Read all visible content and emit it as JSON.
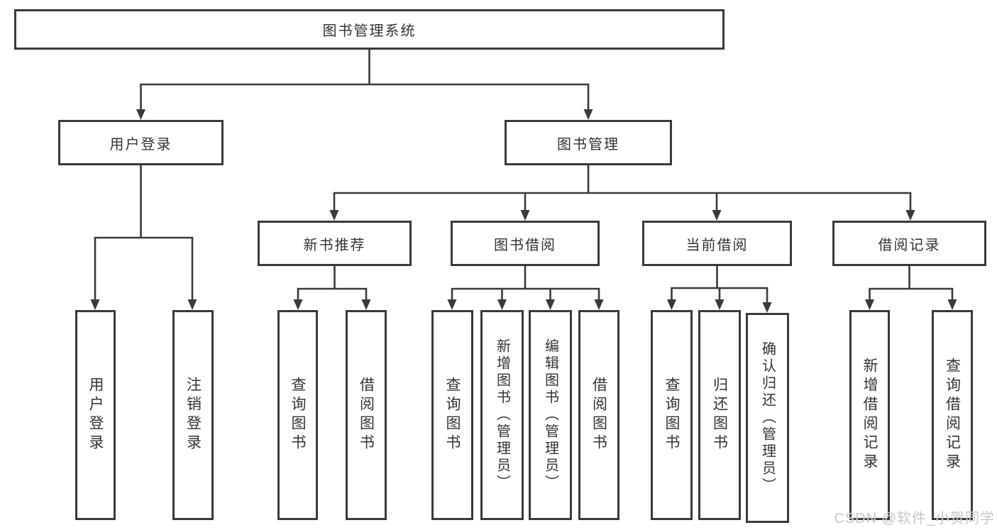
{
  "diagram": {
    "root": {
      "label": "图书管理系统",
      "children": [
        {
          "label": "用户登录",
          "children": [
            {
              "label": "用户登录"
            },
            {
              "label": "注销登录"
            }
          ]
        },
        {
          "label": "图书管理",
          "children": [
            {
              "label": "新书推荐",
              "children": [
                {
                  "label": "查询图书"
                },
                {
                  "label": "借阅图书"
                }
              ]
            },
            {
              "label": "图书借阅",
              "children": [
                {
                  "label": "查询图书"
                },
                {
                  "label": "新增图书（管理员）"
                },
                {
                  "label": "编辑图书（管理员）"
                },
                {
                  "label": "借阅图书"
                }
              ]
            },
            {
              "label": "当前借阅",
              "children": [
                {
                  "label": "查询图书"
                },
                {
                  "label": "归还图书"
                },
                {
                  "label": "确认归还（管理员）"
                }
              ]
            },
            {
              "label": "借阅记录",
              "children": [
                {
                  "label": "新增借阅记录"
                },
                {
                  "label": "查询借阅记录"
                }
              ]
            }
          ]
        }
      ]
    }
  },
  "watermark": {
    "text": "CSDN @软件_小贺同学"
  },
  "colors": {
    "line": "#3a3a3a",
    "box_border": "#3a3a3a",
    "box_fill": "#ffffff",
    "text": "#333333",
    "watermark": "#c6c6c6"
  }
}
